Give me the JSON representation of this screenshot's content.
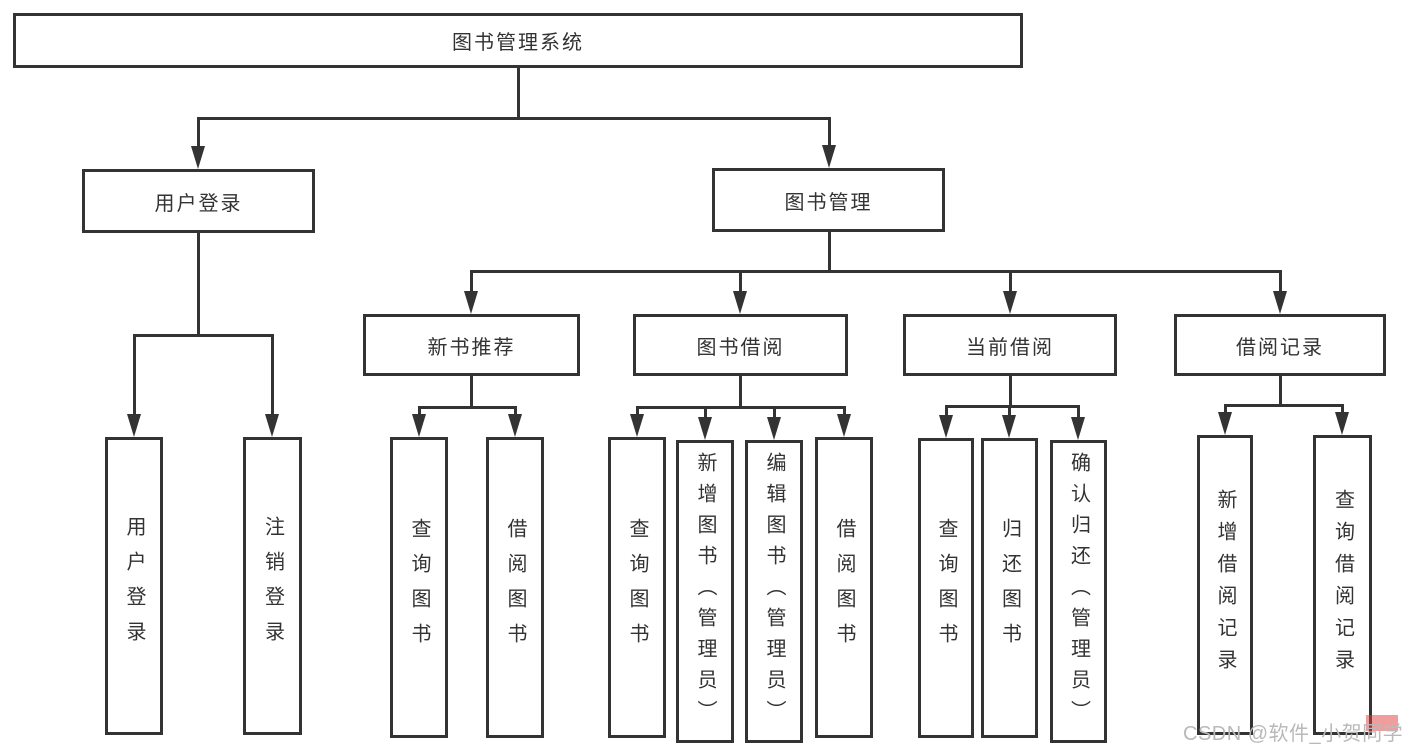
{
  "diagram": {
    "type": "org-tree",
    "root": {
      "label": "图书管理系统",
      "children": [
        {
          "label": "用户登录",
          "children": [
            {
              "label": "用户登录"
            },
            {
              "label": "注销登录"
            }
          ]
        },
        {
          "label": "图书管理",
          "children": [
            {
              "label": "新书推荐",
              "children": [
                {
                  "label": "查询图书"
                },
                {
                  "label": "借阅图书"
                }
              ]
            },
            {
              "label": "图书借阅",
              "children": [
                {
                  "label": "查询图书"
                },
                {
                  "label": "新增图书（管理员）"
                },
                {
                  "label": "编辑图书（管理员）"
                },
                {
                  "label": "借阅图书"
                }
              ]
            },
            {
              "label": "当前借阅",
              "children": [
                {
                  "label": "查询图书"
                },
                {
                  "label": "归还图书"
                },
                {
                  "label": "确认归还（管理员）"
                }
              ]
            },
            {
              "label": "借阅记录",
              "children": [
                {
                  "label": "新增借阅记录"
                },
                {
                  "label": "查询借阅记录"
                }
              ]
            }
          ]
        }
      ]
    },
    "colors": {
      "line": "#333333",
      "text": "#333333",
      "background": "#ffffff",
      "watermark_text": "#b9b9b9",
      "watermark_accent": "#e03c3c"
    }
  },
  "watermark": {
    "text": "CSDN @软件_小贺同学"
  }
}
